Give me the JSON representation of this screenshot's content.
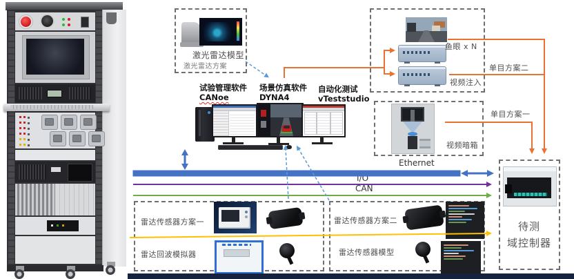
{
  "colors": {
    "ethernet_blue": "#4472C4",
    "io_purple": "#7030A0",
    "can_green": "#70AD47",
    "analog_yellow": "#FFC000",
    "video_orange": "#E97132",
    "link_dashed_blue": "#5B9BD5",
    "box_border_gray": "#6E6E6E",
    "bottom_bar_navy": "#16233F"
  },
  "lidar_box": {
    "model_label": "激光雷达模型",
    "scheme_label": "激光雷达方案"
  },
  "software": {
    "items": [
      {
        "role": "试验管理软件",
        "name": "CANoe"
      },
      {
        "role": "场景仿真软件",
        "name": "DYNA4"
      },
      {
        "role": "自动化测试",
        "name": "vTeststudio"
      }
    ]
  },
  "camera_box_top": {
    "fisheye_label": "鱼眼 x N",
    "inject_label": "视频注入",
    "scheme_label": "单目方案二"
  },
  "camera_box_bottom": {
    "darkbox_label": "视频暗箱",
    "scheme_label": "单目方案一"
  },
  "buses": {
    "ethernet": "Ethernet",
    "io": "I/O",
    "can": "CAN"
  },
  "dut": {
    "label_line1": "待测",
    "label_line2": "域控制器"
  },
  "radar_box_left": {
    "row1_label": "雷达传感器方案一",
    "row2_label": "雷达回波模拟器"
  },
  "radar_box_right": {
    "row1_label": "雷达传感器方案二",
    "row2_label": "雷达传感器模型"
  }
}
